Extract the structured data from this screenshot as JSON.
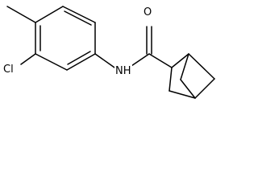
{
  "molecule": {
    "atoms": [
      {
        "id": "O",
        "label": "O"
      },
      {
        "id": "N",
        "label": "NH"
      },
      {
        "id": "Cl",
        "label": "Cl"
      }
    ],
    "colors": {
      "bond": "#000000",
      "text": "#000000",
      "background": "#ffffff"
    }
  }
}
